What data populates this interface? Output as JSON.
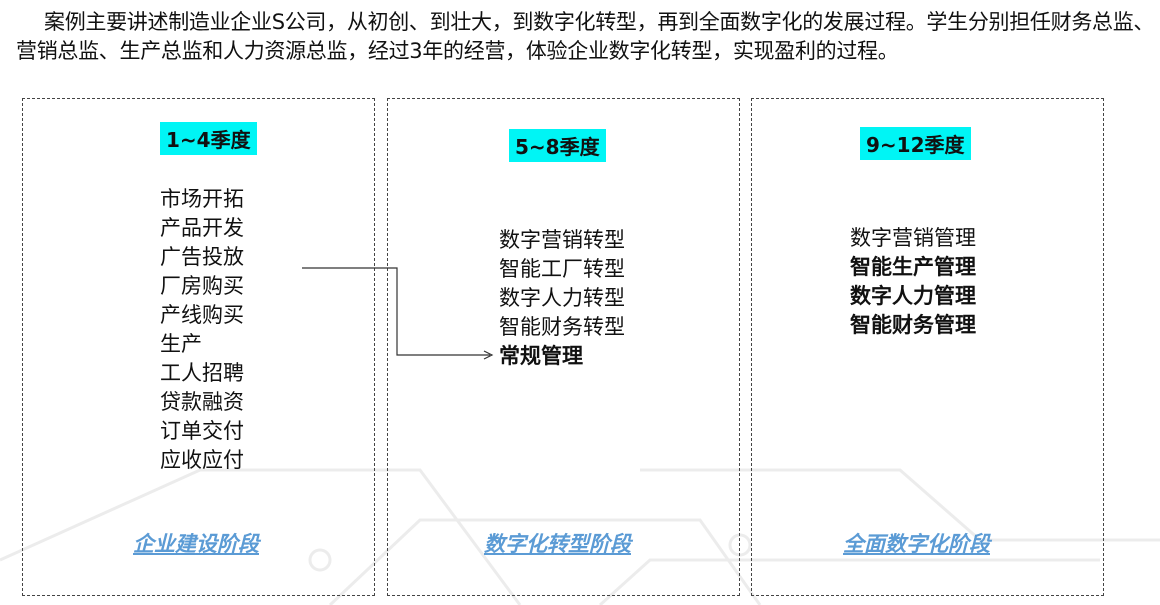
{
  "intro": "案例主要讲述制造业企业S公司，从初创、到壮大，到数字化转型，再到全面数字化的发展过程。学生分别担任财务总监、营销总监、生产总监和人力资源总监，经过3年的经营，体验企业数字化转型，实现盈利的过程。",
  "columns": [
    {
      "period": "1~4季度",
      "items": [
        {
          "t": "市场开拓",
          "b": false
        },
        {
          "t": "产品开发",
          "b": false
        },
        {
          "t": "广告投放",
          "b": false
        },
        {
          "t": "厂房购买",
          "b": false
        },
        {
          "t": "产线购买",
          "b": false
        },
        {
          "t": "生产",
          "b": false
        },
        {
          "t": "工人招聘",
          "b": false
        },
        {
          "t": "贷款融资",
          "b": false
        },
        {
          "t": "订单交付",
          "b": false
        },
        {
          "t": "应收应付",
          "b": false
        }
      ],
      "stage": "企业建设阶段"
    },
    {
      "period": "5~8季度",
      "items": [
        {
          "t": "数字营销转型",
          "b": false
        },
        {
          "t": "智能工厂转型",
          "b": false
        },
        {
          "t": "数字人力转型",
          "b": false
        },
        {
          "t": "智能财务转型",
          "b": false
        },
        {
          "t": "常规管理",
          "b": true
        }
      ],
      "stage": "数字化转型阶段"
    },
    {
      "period": "9~12季度",
      "items": [
        {
          "t": "数字营销管理",
          "b": false
        },
        {
          "t": "智能生产管理",
          "b": true
        },
        {
          "t": "数字人力管理",
          "b": true
        },
        {
          "t": "智能财务管理",
          "b": true
        }
      ],
      "stage": "全面数字化阶段"
    }
  ],
  "colors": {
    "highlight": "#00f5f5",
    "stage": "#5b9bd5"
  }
}
